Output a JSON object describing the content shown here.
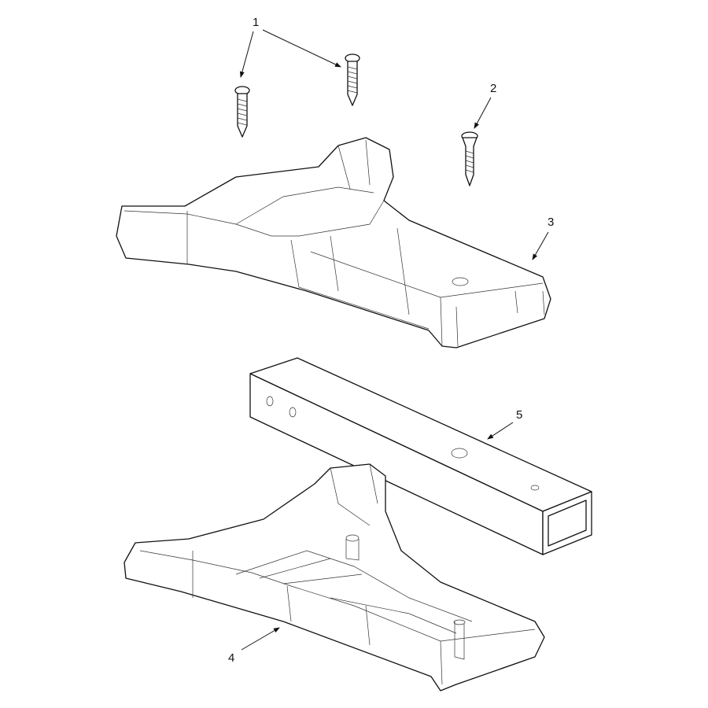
{
  "diagram": {
    "type": "exploded-assembly-view",
    "callouts": [
      {
        "id": "1",
        "text": "1",
        "part": "screw-pan-head"
      },
      {
        "id": "2",
        "text": "2",
        "part": "screw-countersunk"
      },
      {
        "id": "3",
        "text": "3",
        "part": "upper-housing"
      },
      {
        "id": "4",
        "text": "4",
        "part": "lower-housing"
      },
      {
        "id": "5",
        "text": "5",
        "part": "square-tube"
      }
    ],
    "colors": {
      "line": "#111111",
      "background": "#ffffff"
    }
  }
}
